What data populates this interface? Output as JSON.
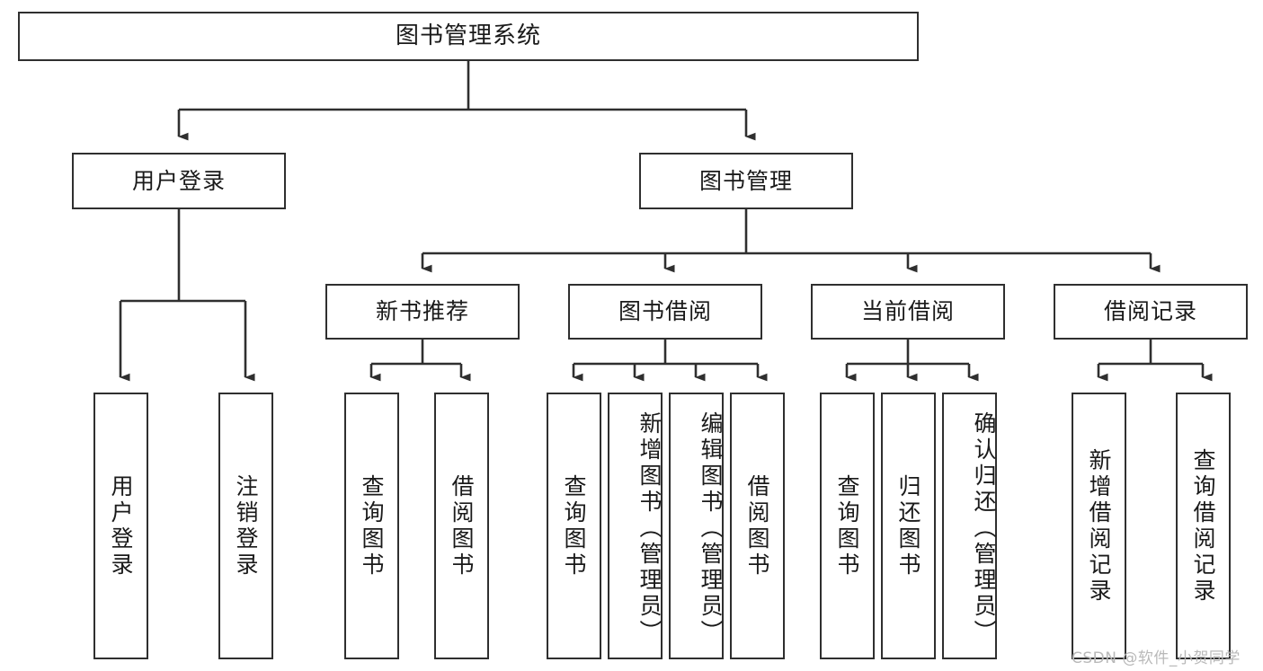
{
  "diagram": {
    "type": "tree-hierarchy",
    "title": "图书管理系统",
    "watermark": "CSDN @软件_小贺同学",
    "colors": {
      "box_border": "#2f2f2f",
      "box_fill": "#ffffff",
      "connector": "#2f2f2f",
      "text": "#1a1a1a",
      "watermark": "#b9b9b9"
    },
    "root": {
      "label": "图书管理系统"
    },
    "level2": [
      {
        "label": "用户登录"
      },
      {
        "label": "图书管理"
      }
    ],
    "level3": [
      {
        "label": "新书推荐"
      },
      {
        "label": "图书借阅"
      },
      {
        "label": "当前借阅"
      },
      {
        "label": "借阅记录"
      }
    ],
    "leaves": {
      "user_login": [
        {
          "label": "用户登录"
        },
        {
          "label": "注销登录"
        }
      ],
      "new_book_recommend": [
        {
          "label": "查询图书"
        },
        {
          "label": "借阅图书"
        }
      ],
      "book_borrow": [
        {
          "label": "查询图书"
        },
        {
          "label": "新增图书（管理员）"
        },
        {
          "label": "编辑图书（管理员）"
        },
        {
          "label": "借阅图书"
        }
      ],
      "current_borrow": [
        {
          "label": "查询图书"
        },
        {
          "label": "归还图书"
        },
        {
          "label": "确认归还（管理员）"
        }
      ],
      "borrow_record": [
        {
          "label": "新增借阅记录"
        },
        {
          "label": "查询借阅记录"
        }
      ]
    }
  }
}
